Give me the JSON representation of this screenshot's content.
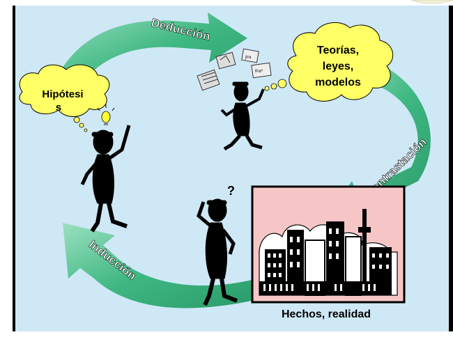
{
  "labels": {
    "deduction": "Deducción",
    "contrast": "Contrastación",
    "induction": "Inducción",
    "hypothesis_line1": "Hipótesi",
    "hypothesis_line2": "s",
    "theories_line1": "Teorías,",
    "theories_line2": "leyes,",
    "theories_line3": "modelos",
    "facts": "Hechos, realidad",
    "question_mark": "?",
    "paper_formula": "f=x²",
    "paper_formula2": "∫=x"
  },
  "colors": {
    "background": "#cfe8f6",
    "border": "#000000",
    "arrow_fill": "#3fb882",
    "arrow_light": "#9be0c0",
    "bubble_fill": "#ffff66",
    "city_sky": "#f6c6c6",
    "figure": "#000000",
    "bulb": "#ffff33"
  },
  "icons": [
    "lightbulb-icon",
    "papers-icon",
    "question-icon",
    "city-icon"
  ]
}
